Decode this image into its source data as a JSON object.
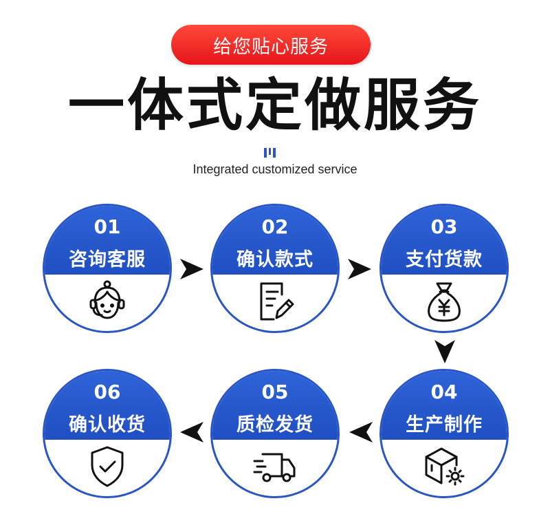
{
  "header": {
    "badge": "给您贴心服务",
    "title": "一体式定做服务",
    "subtitle": "Integrated customized service"
  },
  "steps": [
    {
      "num": "01",
      "label": "咨询客服",
      "icon": "customer-service-icon"
    },
    {
      "num": "02",
      "label": "确认款式",
      "icon": "document-edit-icon"
    },
    {
      "num": "03",
      "label": "支付货款",
      "icon": "money-bag-icon"
    },
    {
      "num": "04",
      "label": "生产制作",
      "icon": "box-gear-icon"
    },
    {
      "num": "05",
      "label": "质检发货",
      "icon": "delivery-truck-icon"
    },
    {
      "num": "06",
      "label": "确认收货",
      "icon": "shield-check-icon"
    }
  ],
  "colors": {
    "accent_red": "#e8141a",
    "step_blue": "#2a56c4",
    "arrow": "#111111"
  }
}
